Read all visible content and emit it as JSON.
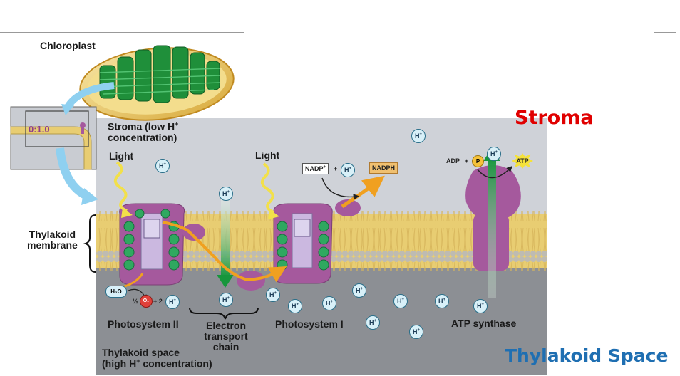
{
  "labels": {
    "chloroplast": "Chloroplast",
    "stroma_low_line1": "Stroma (low H",
    "stroma_low_line2": "concentration)",
    "light_1": "Light",
    "light_2": "Light",
    "thylakoid_membrane_line1": "Thylakoid",
    "thylakoid_membrane_line2": "membrane",
    "photosystem_2": "Photosystem II",
    "photosystem_1": "Photosystem I",
    "etc_line1": "Electron",
    "etc_line2": "transport",
    "etc_line3": "chain",
    "atp_synthase": "ATP synthase",
    "thylakoid_space_line1": "Thylakoid space",
    "thylakoid_space_line2": "(high H",
    "thylakoid_space_line2b": " concentration)",
    "stroma_big": "Stroma",
    "thylakoid_space_big": "Thylakoid Space",
    "plus_superscript": "+"
  },
  "molecules": {
    "h_ion": "H",
    "h_plus": "+",
    "nadp": "NADP",
    "nadph": "NADPH",
    "adp": "ADP",
    "p": "P",
    "atp": "ATP",
    "h2o": "H₂O",
    "o2": "O₂",
    "half": "½",
    "two": "2",
    "plus_sign": "+"
  },
  "colors": {
    "stroma_bg": "#cfd2d8",
    "lumen_bg": "#8c8f94",
    "membrane": "#e7c96b",
    "protein": "#a5599d",
    "chlorophyll": "#1f9e55",
    "light_arrow": "#f2e04a",
    "electron_arrow": "#f0a020",
    "proton_arrow": "#1e9a40",
    "stroma_title": "#e00000",
    "space_title": "#1f6fb2"
  }
}
